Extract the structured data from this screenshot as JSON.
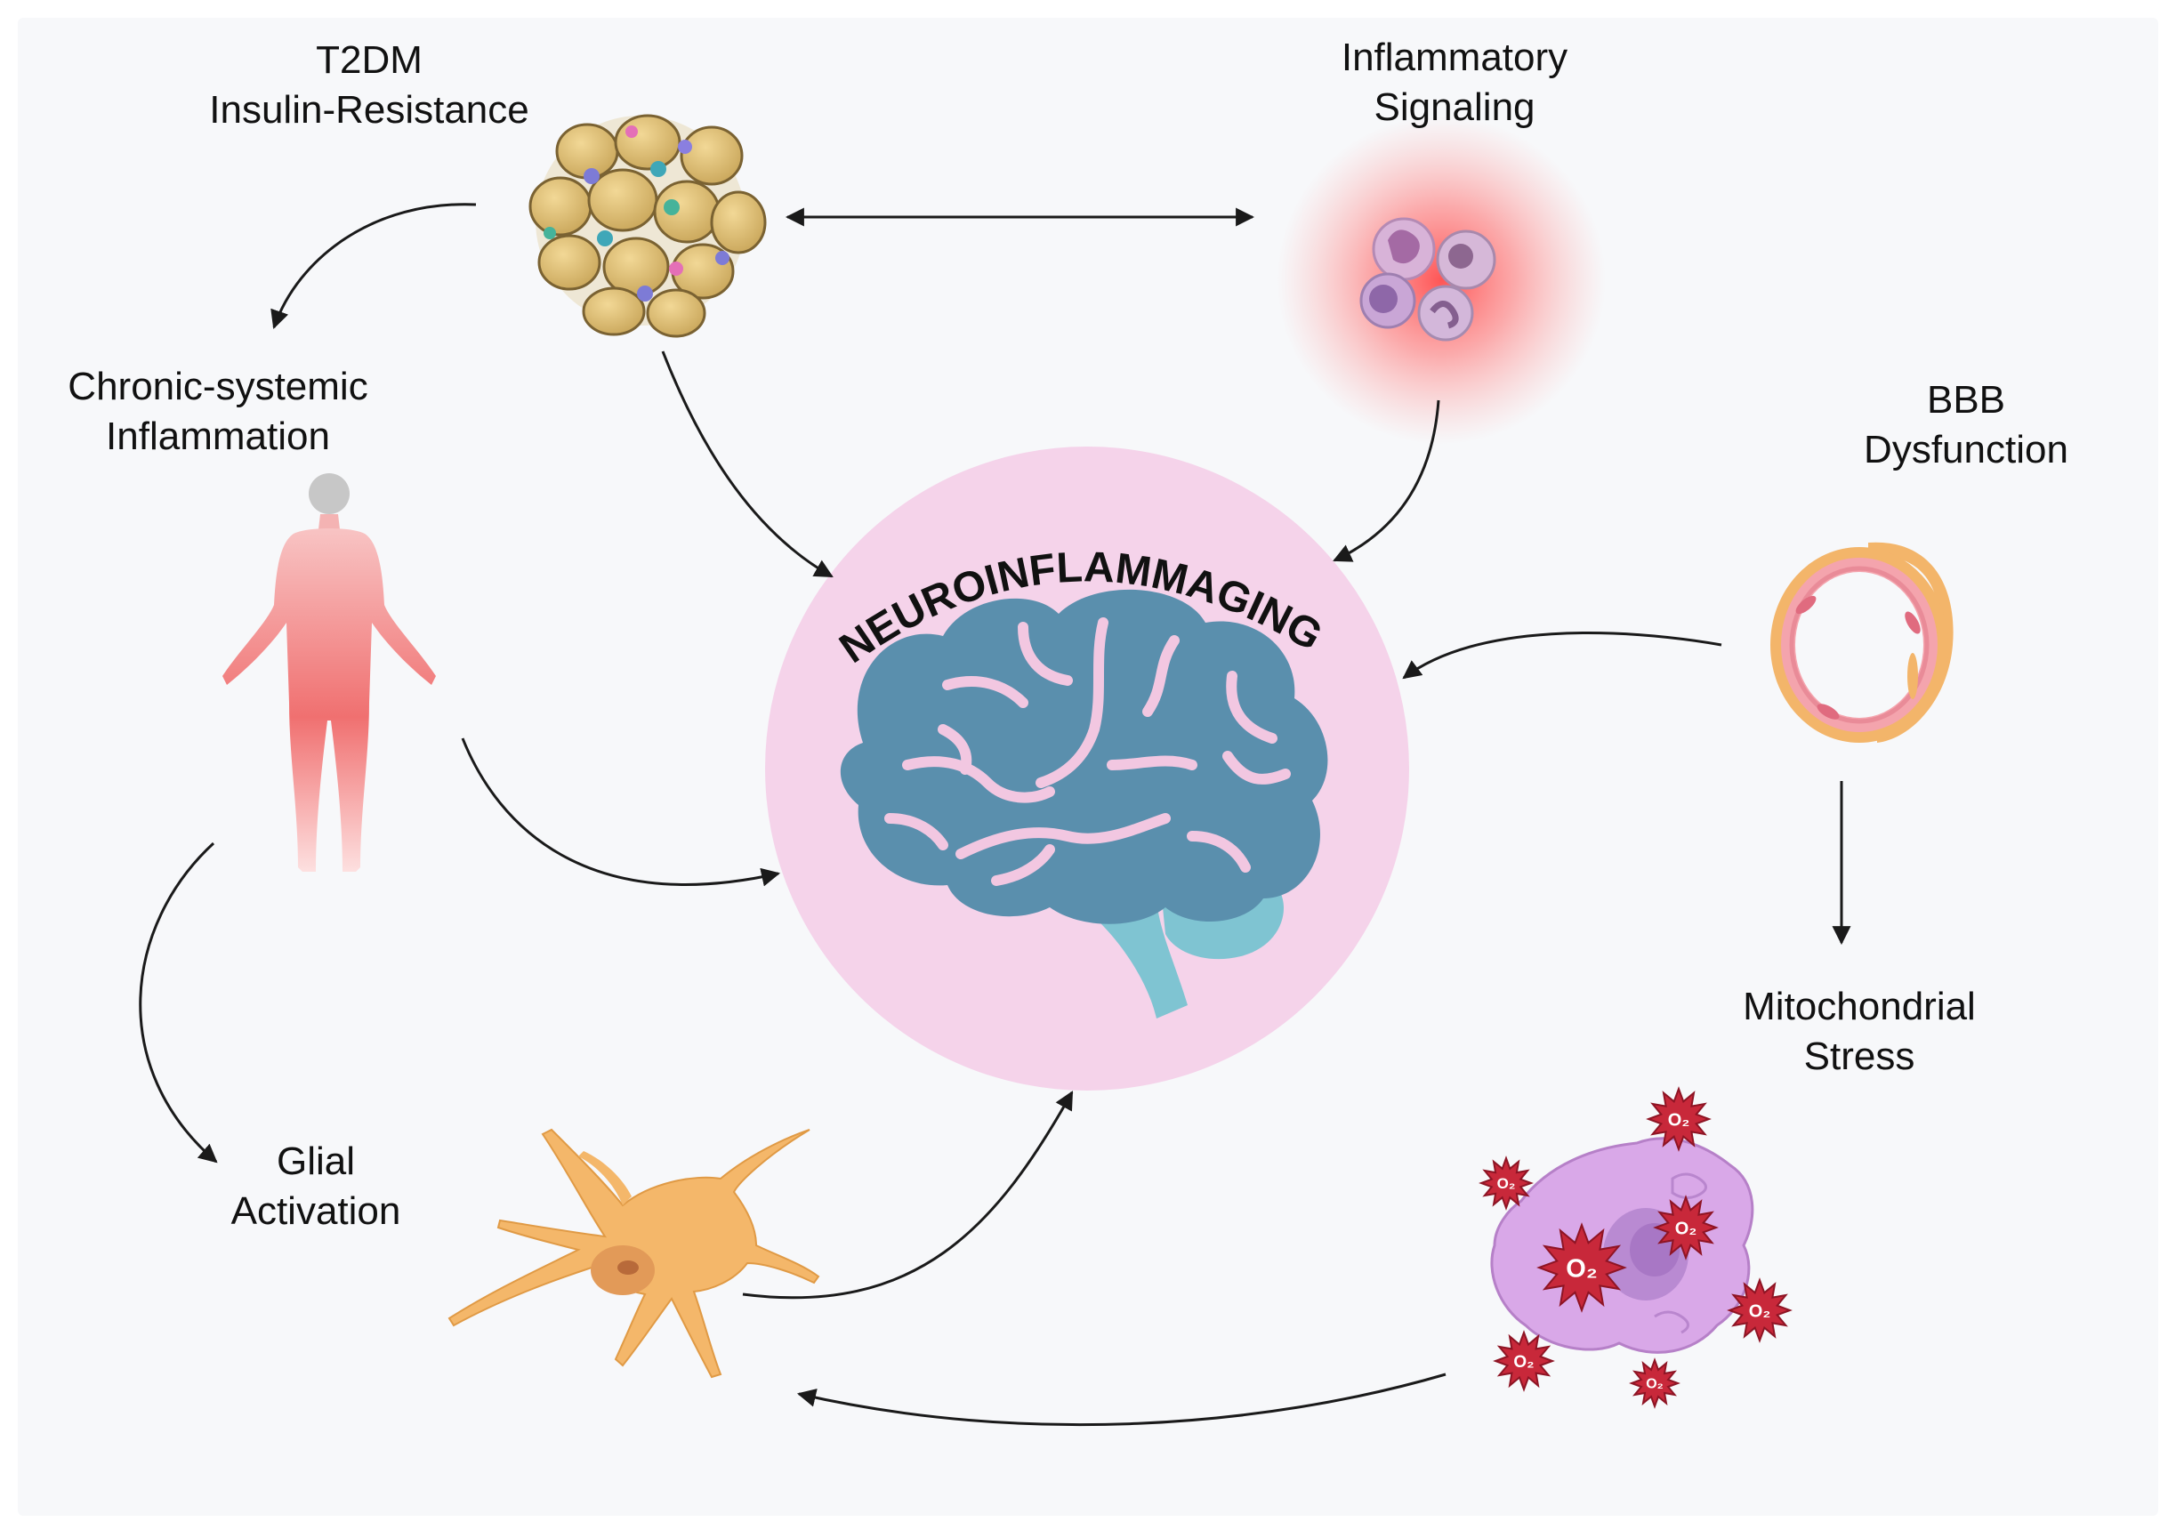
{
  "title": "NEUROINFLAMMAGING",
  "nodes": {
    "t2dm": {
      "line1": "T2DM",
      "line2": "Insulin-Resistance"
    },
    "inflammatory": {
      "line1": "Inflammatory",
      "line2": "Signaling"
    },
    "chronic": {
      "line1": "Chronic-systemic",
      "line2": "Inflammation"
    },
    "bbb": {
      "line1": "BBB",
      "line2": "Dysfunction"
    },
    "mito": {
      "line1": "Mitochondrial",
      "line2": "Stress"
    },
    "glial": {
      "line1": "Glial",
      "line2": "Activation"
    }
  },
  "ros_label": "O₂",
  "colors": {
    "background": "#f7f8fa",
    "circle": "#f5d3ea",
    "brain": "#5a8fad",
    "cerebellum": "#7fc4d2",
    "brain_lines": "#f2c7e1",
    "arrow": "#1a1a1a",
    "glow": "#ff5a5a",
    "astrocyte": "#f4b76a",
    "cell_purple": "#d9a8e8",
    "ros": "#c8283a"
  }
}
